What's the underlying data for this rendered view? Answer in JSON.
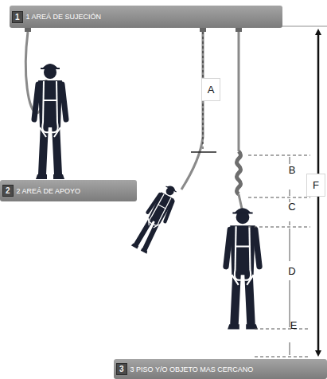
{
  "diagram": {
    "nodes": [
      {
        "text": [
          "1",
          "1 AREÁ DE SUJECIÓN"
        ]
      },
      {
        "text": [
          "2",
          "2 AREÁ DE APOYO"
        ]
      },
      {
        "text": [
          "3",
          "3 PISO Y/O OBJETO MAS CERCANO"
        ]
      }
    ],
    "labels": [
      "A",
      "B",
      "C",
      "D",
      "E",
      "F"
    ]
  }
}
